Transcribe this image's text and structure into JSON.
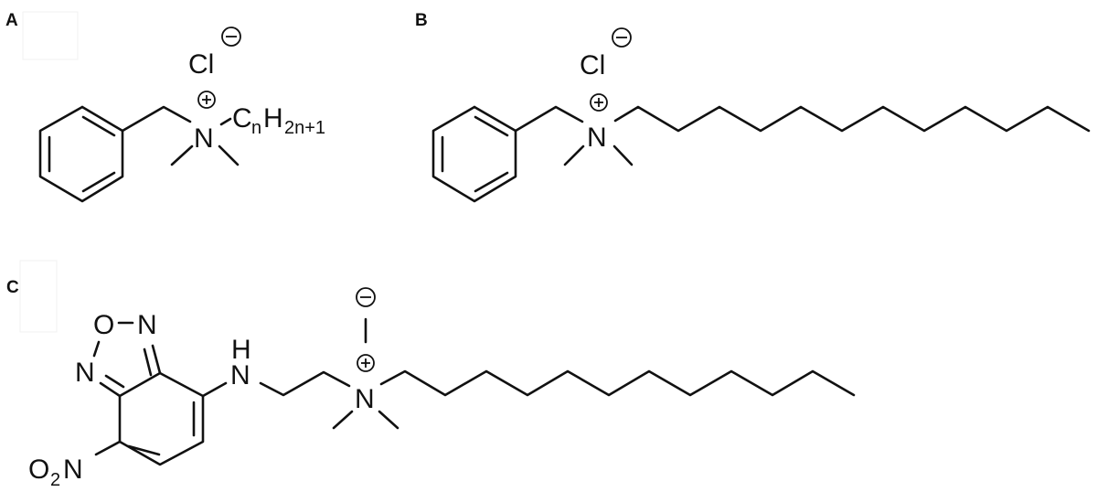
{
  "figure": {
    "panels": [
      {
        "label": "A",
        "description": "Benzalkonium chloride general structure",
        "counterion": "Cl",
        "counterion_charge": "−",
        "cation_charge": "+",
        "center_atom": "N",
        "alkyl_group": {
          "base": "C",
          "sub1": "n",
          "h": "H",
          "sub2": "2n+1"
        },
        "substituents": [
          "benzyl",
          "methyl",
          "methyl",
          "CnH2n+1"
        ]
      },
      {
        "label": "B",
        "description": "Benzyldimethyldodecylammonium chloride",
        "counterion": "Cl",
        "counterion_charge": "−",
        "cation_charge": "+",
        "center_atom": "N",
        "substituents": [
          "benzyl",
          "methyl",
          "methyl",
          "dodecyl chain"
        ],
        "chain_carbons": 12
      },
      {
        "label": "C",
        "description": "NBD-labeled dodecyldimethylammonium iodide",
        "counterion": "I",
        "counterion_charge": "−",
        "cation_charge": "+",
        "center_atom": "N",
        "ring_atoms": {
          "o": "O",
          "n_left": "N",
          "n_right": "N"
        },
        "amine": {
          "n": "N",
          "h": "H"
        },
        "nitro": {
          "o": "O",
          "sub": "2",
          "n": "N"
        },
        "substituents": [
          "NBD-aminoethyl",
          "methyl",
          "methyl",
          "dodecyl chain"
        ],
        "chain_carbons": 12
      }
    ]
  }
}
